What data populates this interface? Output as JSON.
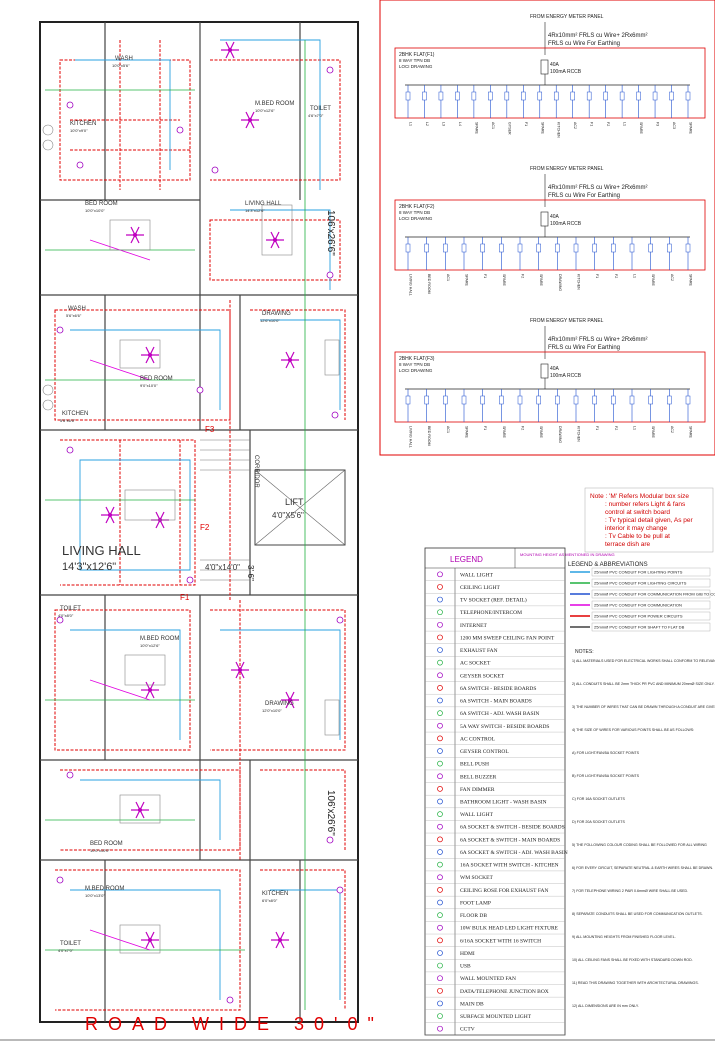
{
  "plan": {
    "road_label": "ROAD WIDE 30'0\"",
    "rooms": [
      {
        "id": "wash-top",
        "name": "WASH",
        "size": "10'0\"x5'6\""
      },
      {
        "id": "kitchen-top",
        "name": "KITCHEN",
        "size": "10'0\"x9'0\""
      },
      {
        "id": "mbed-top",
        "name": "M.BED ROOM",
        "size": "10'0\"x12'6\""
      },
      {
        "id": "toilet-top",
        "name": "TOILET",
        "size": "4'6\"x7'0\""
      },
      {
        "id": "bed-top",
        "name": "BED ROOM",
        "size": "10'0\"x10'0\""
      },
      {
        "id": "living-top",
        "name": "LIVING HALL",
        "size": "14'3\"x12'6\""
      },
      {
        "id": "wash-mid",
        "name": "WASH",
        "size": "5'6\"x6'6\""
      },
      {
        "id": "kitchen-mid",
        "name": "KITCHEN",
        "size": "5'6\"x6'6\""
      },
      {
        "id": "bed-mid",
        "name": "BED ROOM",
        "size": "9'0\"x10'0\""
      },
      {
        "id": "drawing-mid",
        "name": "DRAWING",
        "size": "12'6\"x10'0\""
      },
      {
        "id": "living-big",
        "name": "LIVING HALL",
        "size": "14'3\"x12'6\""
      },
      {
        "id": "lift",
        "name": "LIFT",
        "size": "4'0\"X5'6\""
      },
      {
        "id": "stair",
        "name": "",
        "size": "4'0\"x14'0\""
      },
      {
        "id": "corridor",
        "name": "CORRIDOR",
        "size": ""
      },
      {
        "id": "toilet-low",
        "name": "TOILET",
        "size": "4'0\"x8'0\""
      },
      {
        "id": "mbed-low",
        "name": "M.BED ROOM",
        "size": "10'0\"x12'6\""
      },
      {
        "id": "drawing-low",
        "name": "DRAWING",
        "size": "12'0\"x10'0\""
      },
      {
        "id": "bed-low",
        "name": "BED ROOM",
        "size": "10'0\"x10'0\""
      },
      {
        "id": "mbed-bottom",
        "name": "M.BED ROOM",
        "size": "10'0\"x13'0\""
      },
      {
        "id": "kitchen-bottom",
        "name": "KITCHEN",
        "size": "6'0\"x8'0\""
      },
      {
        "id": "toilet-bottom",
        "name": "TOILET",
        "size": "4'0\"x7'0\""
      }
    ],
    "dims": {
      "side_top": "106'x26'6\"",
      "side_bottom": "106'x26'6\"",
      "stair_vertical": "3'-6\""
    },
    "floors": {
      "f1": "F1",
      "f2": "F2",
      "f3": "F3"
    }
  },
  "sld": {
    "panels": [
      {
        "source": "FROM ENERGY METER PANEL",
        "cable": "4Rx10mm² FRLS cu Wire+ 2Rx6mm²",
        "earthing": "FRLS cu Wire For Earthing",
        "db": "2BHK FLAT(F1)",
        "db_type": "8 WAY TPN DB",
        "db_note": "LOCI DRAWING",
        "mcb": "40A",
        "rccb": "100mA RCCB",
        "circuits_left": [
          "L1",
          "L2",
          "L3",
          "L4",
          "SPARE",
          "AC1",
          "GYSER",
          "F1",
          "SPARE"
        ],
        "circuits_right": [
          "KITCHEN",
          "AC2",
          "F1",
          "F2",
          "L1",
          "SPARE",
          "F3",
          "AC3",
          "SPARE"
        ]
      },
      {
        "source": "FROM ENERGY METER PANEL",
        "cable": "4Rx10mm² FRLS cu Wire+ 2Rx6mm²",
        "earthing": "FRLS cu Wire For Earthing",
        "db": "2BHK FLAT(F2)",
        "db_type": "8 WAY TPN DB",
        "db_note": "LOCI DRAWING",
        "mcb": "40A",
        "rccb": "100mA RCCB",
        "circuits_left": [
          "LIVING HALL",
          "BED ROOM",
          "AC1",
          "SPARE",
          "F1",
          "SPARE",
          "F2",
          "SPARE"
        ],
        "circuits_right": [
          "DRAWING",
          "KITCHEN",
          "F1",
          "F2",
          "L1",
          "SPARE",
          "AC2",
          "SPARE"
        ]
      },
      {
        "source": "FROM ENERGY METER PANEL",
        "cable": "4Rx10mm² FRLS cu Wire+ 2Rx6mm²",
        "earthing": "FRLS cu Wire For Earthing",
        "db": "2BHK FLAT(F3)",
        "db_type": "8 WAY TPN DB",
        "db_note": "LOCI DRAWING",
        "mcb": "40A",
        "rccb": "100mA RCCB",
        "circuits_left": [
          "LIVING HALL",
          "BED ROOM",
          "AC1",
          "SPARE",
          "F1",
          "SPARE",
          "F2",
          "SPARE"
        ],
        "circuits_right": [
          "DRAWING",
          "KITCHEN",
          "F1",
          "F2",
          "L1",
          "SPARE",
          "AC2",
          "SPARE"
        ]
      }
    ]
  },
  "note": {
    "lines": [
      "Note : 'M' Refers Modular box size",
      ": number refers Light & fans",
      "control at switch board",
      ": Tv typical detail given, As per",
      "interior it may change",
      ": Tv Cable to be pull at",
      "terrace dish are"
    ]
  },
  "legend": {
    "title": "LEGEND",
    "mounting_header": "MOUNTING HEIGHT AS MENTIONED IN DRAWING",
    "items": [
      "WALL LIGHT",
      "CEILING LIGHT",
      "TV SOCKET (REF. DETAIL)",
      "TELEPHONE/INTERCOM",
      "INTERNET",
      "1200 MM SWEEP CEILING FAN POINT",
      "EXHAUST FAN",
      "AC SOCKET",
      "GEYSER SOCKET",
      "6A SWITCH - BESIDE BOARDS",
      "6A SWITCH - MAIN BOARDS",
      "6A SWITCH - ADJ. WASH BASIN",
      "5A WAY SWITCH - BESIDE BOARDS",
      "AC CONTROL",
      "GEYSER CONTROL",
      "BELL PUSH",
      "BELL BUZZER",
      "FAN DIMMER",
      "BATHROOM LIGHT - WASH BASIN",
      "WALL LIGHT",
      "6A SOCKET & SWITCH - BESIDE BOARDS",
      "6A SOCKET & SWITCH - MAIN BOARDS",
      "6A SOCKET & SWITCH - ADJ. WASH BASIN",
      "16A SOCKET WITH SWITCH - KITCHEN",
      "WM SOCKET",
      "CEILING ROSE FOR EXHAUST FAN",
      "FOOT LAMP",
      "FLOOR DB",
      "10W BULK HEAD LED LIGHT FIXTURE",
      "6/16A SOCKET WITH 16 SWITCH",
      "HDMI",
      "USB",
      "WALL MOUNTED FAN",
      "DATA/TELEPHONE JUNCTION BOX",
      "MAIN DB",
      "SURFACE MOUNTED LIGHT",
      "CCTV"
    ]
  },
  "abbreviations": {
    "title": "LEGEND & ABBREVIATIONS",
    "conduits": [
      {
        "color": "#2aa0e0",
        "text": "25mmØ PVC CONDUIT FOR LIGHTING POINTS"
      },
      {
        "color": "#20b040",
        "text": "25mmØ PVC CONDUIT FOR LIGHTING CIRCUITS"
      },
      {
        "color": "#2050d0",
        "text": "25mmØ PVC CONDUIT FOR COMMUNICATION FROM GIB TO COMMUNICATION POINTS"
      },
      {
        "color": "#e000e0",
        "text": "25mmØ PVC CONDUIT FOR COMMUNICATION"
      },
      {
        "color": "#e00000",
        "text": "25mmØ PVC CONDUIT FOR POWER CIRCUITS"
      },
      {
        "color": "#404040",
        "text": "25mmØ PVC CONDUIT FOR SHAFT TO FLAT DB"
      }
    ],
    "notes_title": "NOTES:",
    "notes": [
      "1) ALL MATERIALS USED FOR ELECTRICAL WORKS SHALL CONFORM TO RELEVANT IS SPECIFICATIONS.",
      "2) ALL CONDUITS SHALL BE 2mm THICK PR PVC AND MINIMUM 20mmØ SIZE ONLY.",
      "3) THE NUMBER OF WIRES THAT CAN BE DRAWN THROUGH A CONDUIT ARE GIVEN BELOW.",
      "4) THE SIZE OF WIRES FOR VARIOUS POINTS SHALL BE AS FOLLOWS:",
      "A) FOR LIGHT/FAN/5A SOCKET POINTS",
      "B) FOR LIGHT/FAN/5A SOCKET POINTS",
      "C) FOR 16A SOCKET OUTLETS",
      "D) FOR 20A SOCKET OUTLETS",
      "5) THE FOLLOWING COLOUR CODING SHALL BE FOLLOWED FOR ALL WIRING",
      "6) FOR EVERY CIRCUIT, SEPARATE NEUTRAL & EARTH WIRES SHALL BE DRAWN.",
      "7) FOR TELEPHONE WIRING 2 PAIR 0.6mmØ WIRE SHALL BE USED.",
      "8) SEPARATE CONDUITS SHALL BE USED FOR COMMUNICATION OUTLETS.",
      "9) ALL MOUNTING HEIGHTS FROM FINISHED FLOOR LEVEL.",
      "10) ALL CEILING FANS SHALL BE FIXED WITH STANDARD DOWN ROD.",
      "11) READ THIS DRAWING TOGETHER WITH ARCHITECTURAL DRAWINGS.",
      "12) ALL DIMENSIONS ARE IN mm ONLY."
    ]
  }
}
